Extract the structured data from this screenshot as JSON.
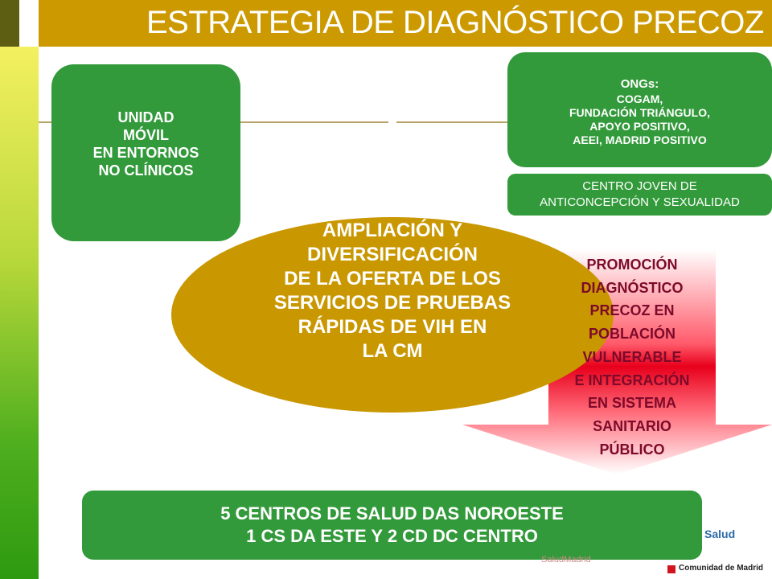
{
  "header": {
    "title": "ESTRATEGIA DE DIAGNÓSTICO PRECOZ",
    "bar_color": "#cc9a00"
  },
  "unidad_movil": {
    "text": "UNIDAD\nMÓVIL\nEN ENTORNOS\nNO CLÍNICOS"
  },
  "ongs": {
    "title": "ONGs:",
    "items": [
      "COGAM,",
      "FUNDACIÓN TRIÁNGULO,",
      "APOYO POSITIVO,",
      "AEEI, MADRID POSITIVO"
    ]
  },
  "centro_joven": {
    "text": "CENTRO JOVEN DE\nANTICONCEPCIÓN Y SEXUALIDAD"
  },
  "central": {
    "text": "AMPLIACIÓN Y\nDIVERSIFICACIÓN\nDE LA OFERTA DE LOS\nSERVICIOS DE PRUEBAS\nRÁPIDAS DE VIH EN\nLA CM"
  },
  "promocion": {
    "text": "PROMOCIÓN\nDIAGNÓSTICO\nPRECOZ EN\nPOBLACIÓN\nVULNERABLE\nE INTEGRACIÓN\nEN SISTEMA\nSANITARIO\nPÚBLICO"
  },
  "bottom": {
    "text": "5 CENTROS DE SALUD DAS NOROESTE\n1 CS DA ESTE Y 2 CD DC CENTRO"
  },
  "logos": {
    "salud": "Salud",
    "saludmadrid": "SaludMadrid",
    "comunidad": "Comunidad de Madrid"
  },
  "colors": {
    "green_box": "#329a3a",
    "ellipse": "#c99700",
    "arrow_red": "#e8001c",
    "promo_text": "#7d0a2a"
  }
}
